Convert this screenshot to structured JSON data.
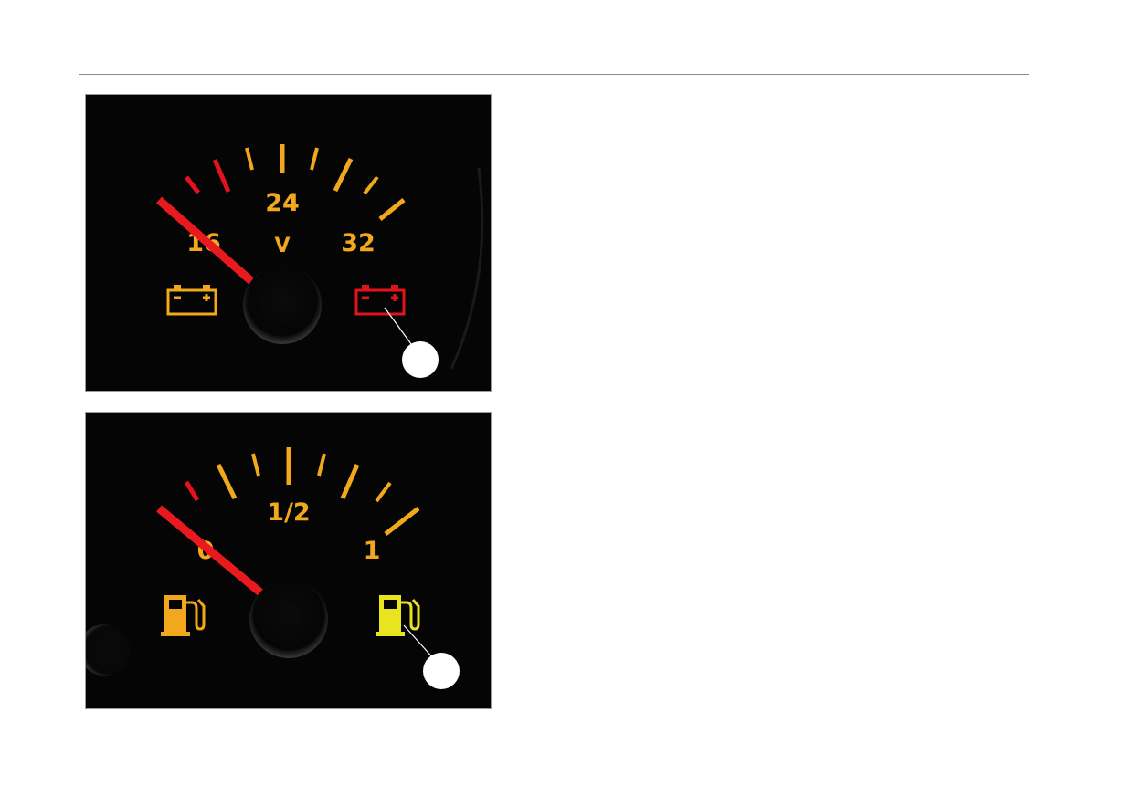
{
  "voltage_gauge": {
    "labels": {
      "min": "16",
      "mid": "24",
      "unit": "V",
      "max": "32"
    },
    "colors": {
      "tick": "#f2a81c",
      "warning_tick": "#e3131b",
      "needle": "#e81a1f",
      "warning_lamp": "#e3131b",
      "indicator_icon": "#f2a81c"
    },
    "icons": {
      "left": "battery-icon",
      "right": "battery-warning-icon"
    }
  },
  "fuel_gauge": {
    "labels": {
      "min": "0",
      "mid": "1/2",
      "max": "1"
    },
    "colors": {
      "tick": "#f2a81c",
      "warning_tick": "#e3131b",
      "needle": "#e81a1f",
      "warning_lamp": "#e8e41e",
      "indicator_icon": "#f2a81c"
    },
    "icons": {
      "left": "fuel-pump-icon",
      "right": "fuel-warning-icon"
    }
  }
}
